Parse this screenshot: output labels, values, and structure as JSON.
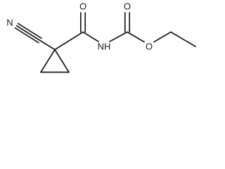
{
  "molecule": {
    "atoms": {
      "nitrile_n": "N",
      "amide_o": "O",
      "nh": "NH",
      "carbamate_o_double": "O",
      "ester_o": "O"
    }
  }
}
